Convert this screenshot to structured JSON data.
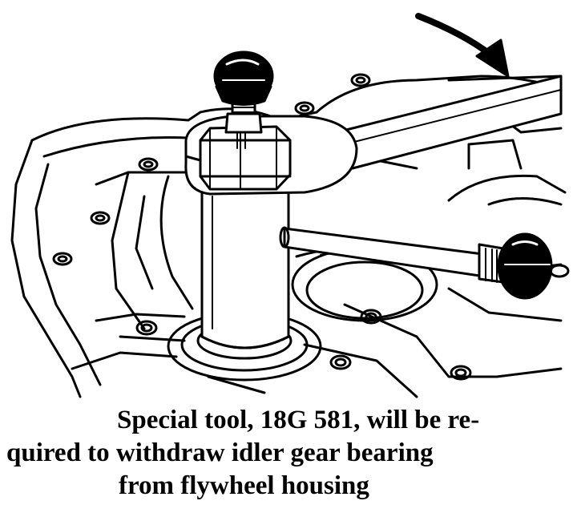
{
  "figure": {
    "caption_lines": [
      "Special tool, 18G 581, will be re-",
      "quired to withdraw idler gear bearing",
      "from flywheel housing"
    ]
  }
}
